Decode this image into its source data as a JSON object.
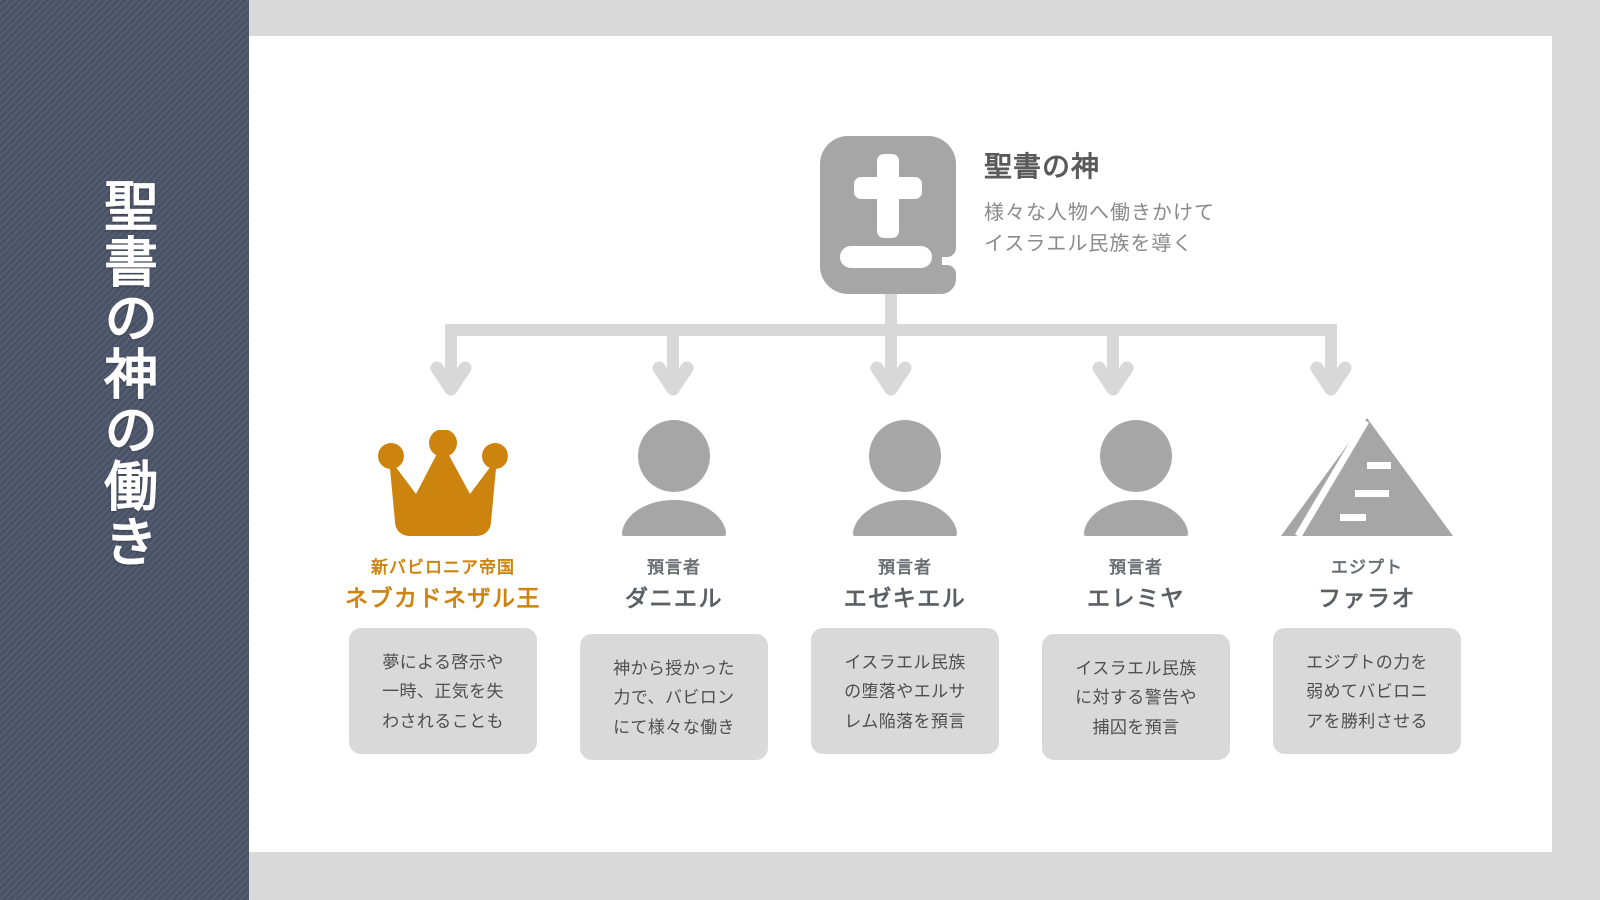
{
  "slide": {
    "sidebar_title": "聖書の神の働き",
    "background_color": "#d9d9d9",
    "canvas_color": "#ffffff",
    "sidebar_color": "#4d566b",
    "accent_color": "#cd840e",
    "icon_gray": "#a6a6a6",
    "connector_gray": "#d8d8d8"
  },
  "top_node": {
    "icon": "bible-icon",
    "title": "聖書の神",
    "subtitle_line1": "様々な人物へ働きかけて",
    "subtitle_line2": "イスラエル民族を導く"
  },
  "columns": [
    {
      "icon": "crown-icon",
      "role": "新バビロニア帝国",
      "name": "ネブカドネザル王",
      "description": "夢による啓示や\n一時、正気を失\nわされることも",
      "accent": true
    },
    {
      "icon": "person-icon",
      "role": "預言者",
      "name": "ダニエル",
      "description": "神から授かった\n力で、バビロン\nにて様々な働き",
      "accent": false
    },
    {
      "icon": "person-icon",
      "role": "預言者",
      "name": "エゼキエル",
      "description": "イスラエル民族\nの堕落やエルサ\nレム陥落を預言",
      "accent": false
    },
    {
      "icon": "person-icon",
      "role": "預言者",
      "name": "エレミヤ",
      "description": "イスラエル民族\nに対する警告や\n捕囚を預言",
      "accent": false
    },
    {
      "icon": "pyramid-icon",
      "role": "エジプト",
      "name": "ファラオ",
      "description": "エジプトの力を\n弱めてバビロニ\nアを勝利させる",
      "accent": false
    }
  ]
}
